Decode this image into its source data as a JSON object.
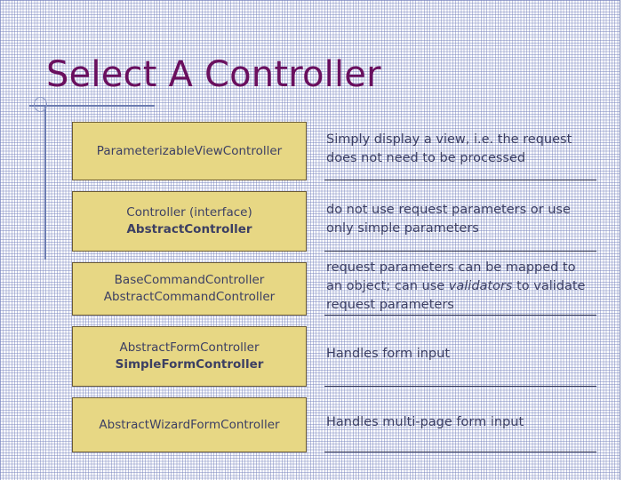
{
  "slide": {
    "title": "Select A Controller",
    "accent_color": "#6a0f5e",
    "cell_fill_color": "#e7d784",
    "cell_border_color": "#6b5b34",
    "text_color": "#3c3f63",
    "grid_line_color": "#7b88b5"
  },
  "rows": [
    {
      "left_lines": [
        {
          "text": "ParameterizableViewController",
          "bold": false
        }
      ],
      "right_text_parts": [
        {
          "text": "Simply display a view, i.e. the request does not need to be processed",
          "italic": false
        }
      ]
    },
    {
      "left_lines": [
        {
          "text": "Controller (interface)",
          "bold": false
        },
        {
          "text": "AbstractController",
          "bold": true
        }
      ],
      "right_text_parts": [
        {
          "text": "do not use request parameters or use only simple parameters",
          "italic": false
        }
      ]
    },
    {
      "left_lines": [
        {
          "text": "BaseCommandController",
          "bold": false
        },
        {
          "text": "AbstractCommandController",
          "bold": false
        }
      ],
      "right_text_parts": [
        {
          "text": "request parameters can be mapped to an object; can use ",
          "italic": false
        },
        {
          "text": "validators",
          "italic": true
        },
        {
          "text": " to validate request parameters",
          "italic": false
        }
      ]
    },
    {
      "left_lines": [
        {
          "text": "AbstractFormController",
          "bold": false
        },
        {
          "text": "SimpleFormController",
          "bold": true
        }
      ],
      "right_text_parts": [
        {
          "text": "Handles form input",
          "italic": false
        }
      ]
    },
    {
      "left_lines": [
        {
          "text": "AbstractWizardFormController",
          "bold": false
        }
      ],
      "right_text_parts": [
        {
          "text": "Handles multi-page form input",
          "italic": false
        }
      ]
    }
  ]
}
